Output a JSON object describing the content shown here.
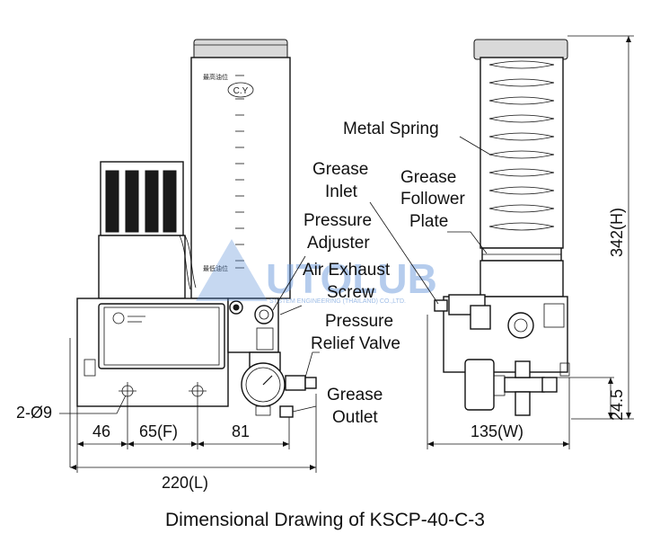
{
  "labels": {
    "metal_spring": "Metal Spring",
    "grease_inlet_1": "Grease",
    "grease_inlet_2": "Inlet",
    "follower_1": "Grease",
    "follower_2": "Follower",
    "follower_3": "Plate",
    "pressure_adjuster_1": "Pressure",
    "pressure_adjuster_2": "Adjuster",
    "air_exhaust_1": "Air Exhaust",
    "air_exhaust_2": "Screw",
    "relief_1": "Pressure",
    "relief_2": "Relief Valve",
    "outlet_1": "Grease",
    "outlet_2": "Outlet"
  },
  "dimensions": {
    "hole": "2-Ø9",
    "d46": "46",
    "d65": "65(F)",
    "d81": "81",
    "length": "220(L)",
    "width": "135(W)",
    "height": "342(H)",
    "d245": "24.5"
  },
  "reservoir_marks": {
    "brand": "C.Y",
    "top_mark": "最高油位",
    "bottom_mark": "最低油位"
  },
  "watermark": {
    "text": "UTOLUB",
    "subtext": "SYSTEM ENGINEERING (THAILAND) CO.,LTD."
  },
  "caption": "Dimensional Drawing of KSCP-40-C-3"
}
